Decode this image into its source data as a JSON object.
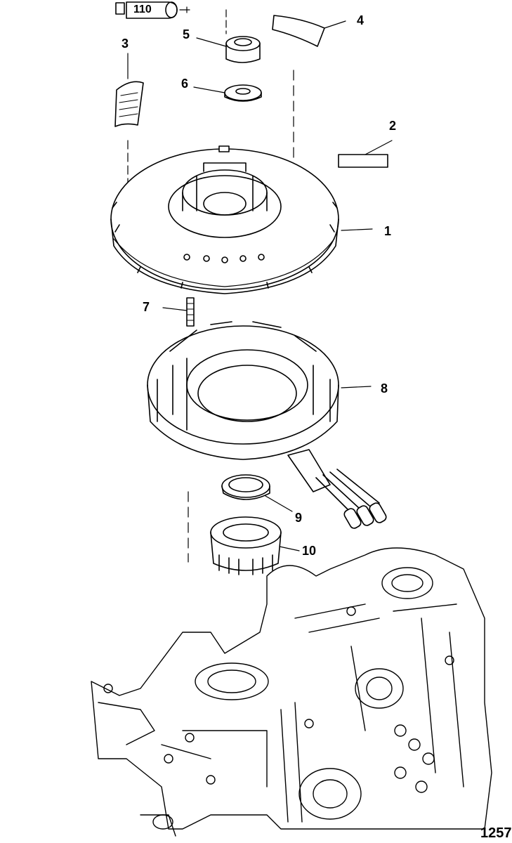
{
  "diagram": {
    "figure_number": "1257",
    "sealant_tag": "110",
    "callouts": [
      {
        "id": "1",
        "label": "1"
      },
      {
        "id": "2",
        "label": "2"
      },
      {
        "id": "3",
        "label": "3"
      },
      {
        "id": "4",
        "label": "4"
      },
      {
        "id": "5",
        "label": "5"
      },
      {
        "id": "6",
        "label": "6"
      },
      {
        "id": "7",
        "label": "7"
      },
      {
        "id": "8",
        "label": "8"
      },
      {
        "id": "9",
        "label": "9"
      },
      {
        "id": "10",
        "label": "10"
      }
    ],
    "line_color": "#000000",
    "background_color": "#ffffff"
  }
}
